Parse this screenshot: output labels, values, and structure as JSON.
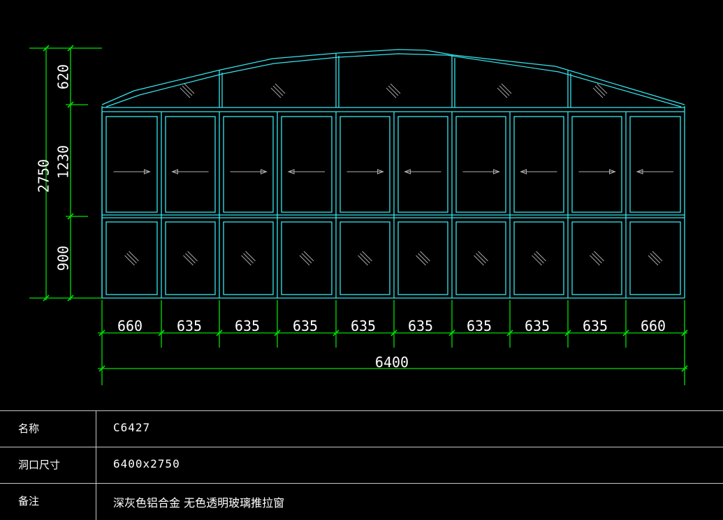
{
  "colors": {
    "frame": "#33e6f0",
    "dimension": "#00e000",
    "text": "#ffffff",
    "arrow": "#b0b0b0",
    "table_line": "#c8c8c8",
    "background": "#000000"
  },
  "dimensions": {
    "overall_height": "2750",
    "row_heights": [
      "620",
      "1230",
      "900"
    ],
    "column_widths": [
      "660",
      "635",
      "635",
      "635",
      "635",
      "635",
      "635",
      "635",
      "635",
      "660"
    ],
    "overall_width": "6400"
  },
  "table": {
    "rows": [
      {
        "label": "名称",
        "value": "C6427"
      },
      {
        "label": "洞口尺寸",
        "value": "6400x2750"
      },
      {
        "label": "备注",
        "value": "深灰色铝合金 无色透明玻璃推拉窗"
      }
    ]
  }
}
